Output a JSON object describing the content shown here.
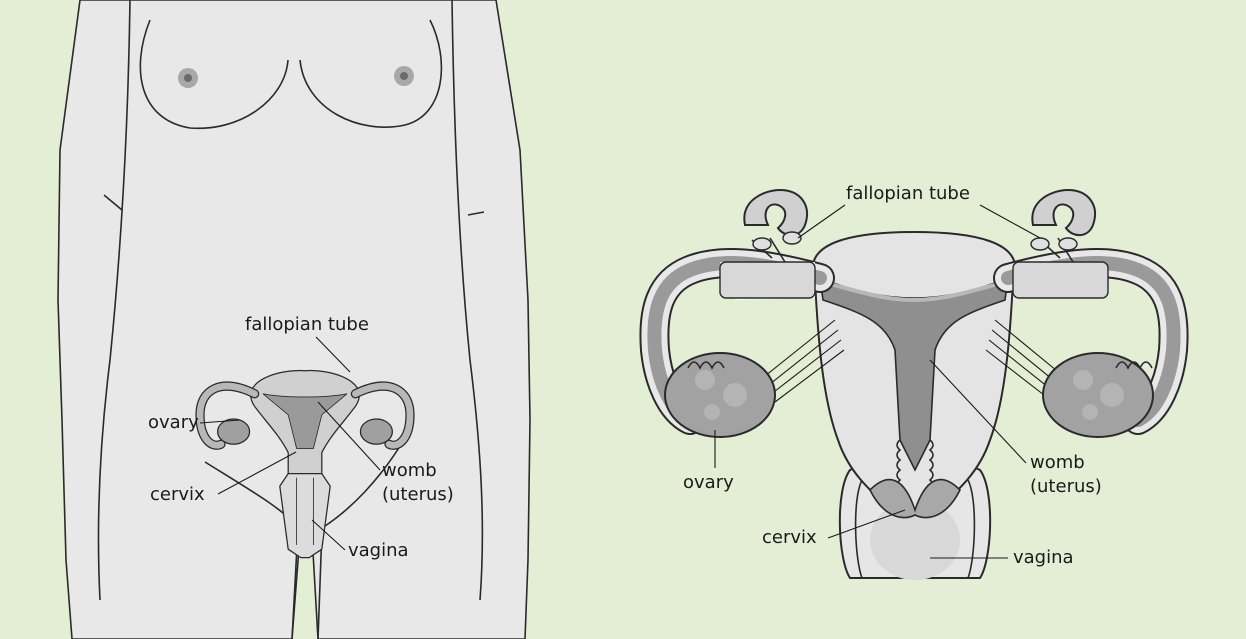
{
  "colors": {
    "background": "#e3eed5",
    "body": "#e8e8e8",
    "organ_light": "#d4d4d4",
    "organ_mid": "#a9a9a9",
    "organ_dark": "#8a8a8a",
    "outline": "#2a2a2a"
  },
  "left_figure": {
    "labels": {
      "fallopian_tube": "fallopian tube",
      "ovary": "ovary",
      "cervix": "cervix",
      "womb_line1": "womb",
      "womb_line2": "(uterus)",
      "vagina": "vagina"
    }
  },
  "right_figure": {
    "labels": {
      "fallopian_tube": "fallopian tube",
      "ovary": "ovary",
      "cervix": "cervix",
      "womb_line1": "womb",
      "womb_line2": "(uterus)",
      "vagina": "vagina"
    }
  }
}
